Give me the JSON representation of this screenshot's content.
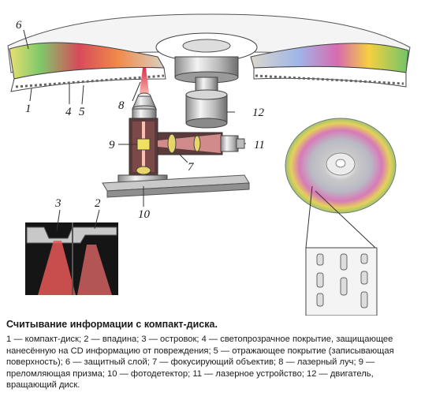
{
  "figure": {
    "labels": {
      "l1": "1",
      "l2": "2",
      "l3": "3",
      "l4": "4",
      "l5": "5",
      "l6": "6",
      "l7": "7",
      "l8": "8",
      "l9": "9",
      "l10": "10",
      "l11": "11",
      "l12": "12"
    }
  },
  "caption": {
    "title": "Считывание информации с компакт-диска.",
    "legend": "1 — компакт-диск; 2 — впадина; 3 — островок; 4 — светопрозрачное покрытие, защищающее нанесённую на CD информацию от повреждения; 5 — отражающее покрытие (записывающая поверхность); 6 — защитный слой; 7 — фокусирующий объектив; 8 — лазерный луч; 9 — преломляющая призма; 10 — фотодетектор; 11 — лазерное устройство; 12 — двигатель, вращающий диск."
  }
}
